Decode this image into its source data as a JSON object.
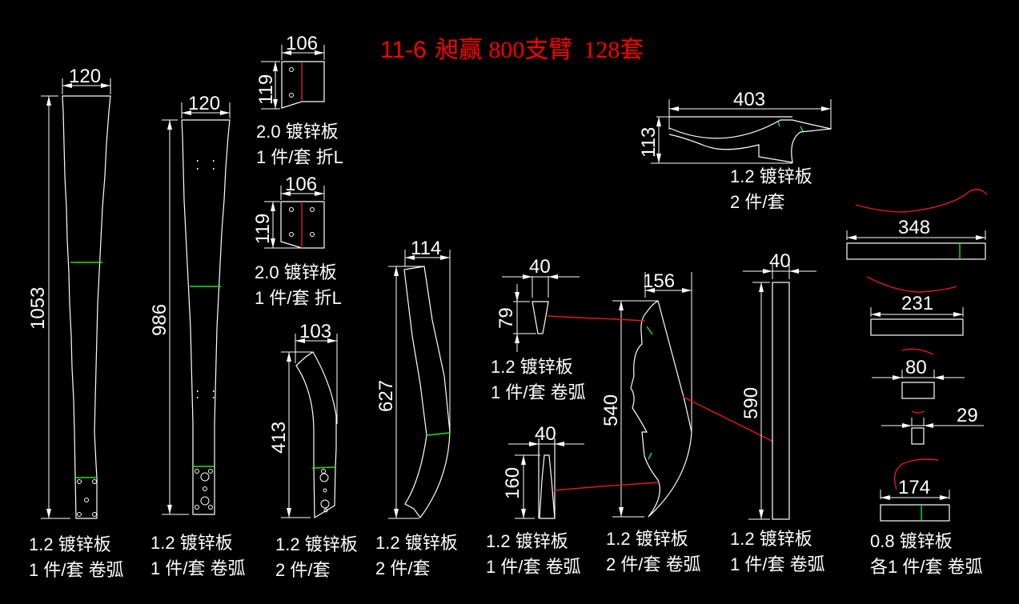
{
  "title": {
    "code": "11-6",
    "name": "昶赢 800支臂",
    "quantity": "128套"
  },
  "colors": {
    "background": "#000000",
    "outline": "#ffffff",
    "bend_line": "#19e619",
    "reference": "#e61919",
    "title": "#ff0000"
  },
  "parts": [
    {
      "id": "p1",
      "dims": {
        "width": "120",
        "height": "1053"
      },
      "material": "1.2 镀锌板",
      "qty": "1 件/套 卷弧"
    },
    {
      "id": "p2",
      "dims": {
        "width": "120",
        "height": "986"
      },
      "material": "1.2 镀锌板",
      "qty": "1 件/套 卷弧"
    },
    {
      "id": "p3",
      "dims": {
        "width": "106",
        "height": "119"
      },
      "material": "2.0 镀锌板",
      "qty": "1 件/套 折L"
    },
    {
      "id": "p4",
      "dims": {
        "width": "106",
        "height": "119"
      },
      "material": "2.0 镀锌板",
      "qty": "1 件/套 折L"
    },
    {
      "id": "p5",
      "dims": {
        "width": "103",
        "height": "413"
      },
      "material": "1.2 镀锌板",
      "qty": "2 件/套"
    },
    {
      "id": "p6",
      "dims": {
        "width": "114",
        "height": "627"
      },
      "material": "1.2 镀锌板",
      "qty": "2 件/套"
    },
    {
      "id": "p7",
      "dims": {
        "width": "40",
        "height": "79"
      },
      "material": "1.2 镀锌板",
      "qty": "1 件/套 卷弧"
    },
    {
      "id": "p8",
      "dims": {
        "width": "40",
        "height": "160"
      },
      "material": "1.2 镀锌板",
      "qty": "1 件/套 卷弧"
    },
    {
      "id": "p9",
      "dims": {
        "width": "156",
        "height": "540"
      },
      "material": "1.2 镀锌板",
      "qty": "2 件/套 卷弧"
    },
    {
      "id": "p10",
      "dims": {
        "width": "403",
        "height": "113"
      },
      "material": "1.2 镀锌板",
      "qty": "2 件/套"
    },
    {
      "id": "p11",
      "dims": {
        "width": "40",
        "height": "590"
      },
      "material": "1.2 镀锌板",
      "qty": "1 件/套 卷弧"
    },
    {
      "id": "p12",
      "dims": {
        "w1": "348",
        "w2": "231",
        "w3": "80",
        "w4": "29",
        "w5": "174"
      },
      "material": "0.8 镀锌板",
      "qty": "各1 件/套 卷弧"
    }
  ]
}
